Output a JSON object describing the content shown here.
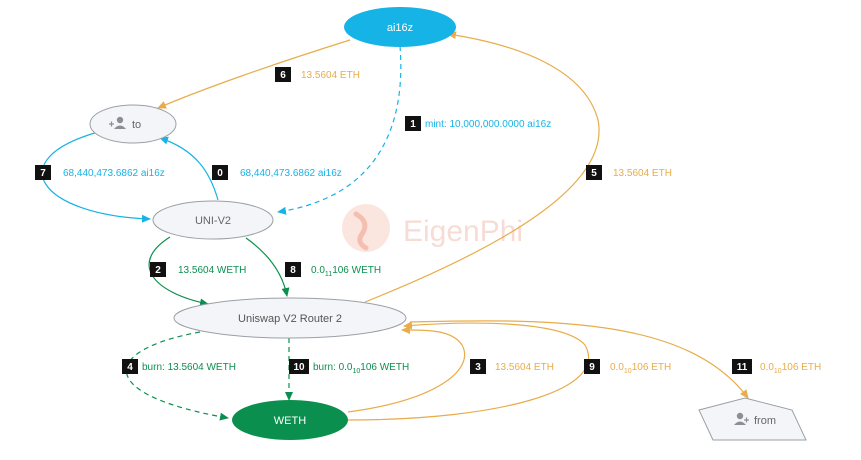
{
  "watermark": {
    "text": "EigenPhi",
    "color": "#f7d9d2"
  },
  "colors": {
    "cyan": "#16b3e6",
    "orange": "#e8ac4a",
    "green": "#0b8f4e",
    "node_fill": "#f4f5f8",
    "node_stroke": "#9aa0a6",
    "badge": "#111111"
  },
  "nodes": {
    "ai16z": {
      "label": "ai16z",
      "icon": ""
    },
    "to": {
      "label": "to",
      "icon": "user-icon"
    },
    "univ2": {
      "label": "UNI-V2",
      "icon": ""
    },
    "router": {
      "label": "Uniswap V2 Router 2",
      "icon": ""
    },
    "weth": {
      "label": "WETH",
      "icon": ""
    },
    "from": {
      "label": "from",
      "icon": "user-icon"
    }
  },
  "edges": [
    {
      "id": "e0",
      "index": "0",
      "label": "68,440,473.6862 ai16z",
      "color": "cyan"
    },
    {
      "id": "e1",
      "index": "1",
      "label": "mint:  10,000,000.0000 ai16z",
      "color": "cyan"
    },
    {
      "id": "e2",
      "index": "2",
      "label": "13.5604 WETH",
      "color": "green"
    },
    {
      "id": "e3",
      "index": "3",
      "label": "13.5604 ETH",
      "color": "orange"
    },
    {
      "id": "e4",
      "index": "4",
      "label": "burn:  13.5604 WETH",
      "color": "green"
    },
    {
      "id": "e5",
      "index": "5",
      "label": "13.5604 ETH",
      "color": "orange"
    },
    {
      "id": "e6",
      "index": "6",
      "label": "13.5604 ETH",
      "color": "orange"
    },
    {
      "id": "e7",
      "index": "7",
      "label": "68,440,473.6862 ai16z",
      "color": "cyan"
    },
    {
      "id": "e8",
      "index": "8",
      "label": "0.0",
      "sub": "11",
      "label_end": "106 WETH",
      "color": "green"
    },
    {
      "id": "e9",
      "index": "9",
      "label": "0.0",
      "sub": "10",
      "label_end": "106 ETH",
      "color": "orange"
    },
    {
      "id": "e10",
      "index": "10",
      "label": "burn:  0.0",
      "sub": "10",
      "label_end": "106 WETH",
      "color": "green"
    },
    {
      "id": "e11",
      "index": "11",
      "label": "0.0",
      "sub": "10",
      "label_end": "106 ETH",
      "color": "orange"
    }
  ]
}
